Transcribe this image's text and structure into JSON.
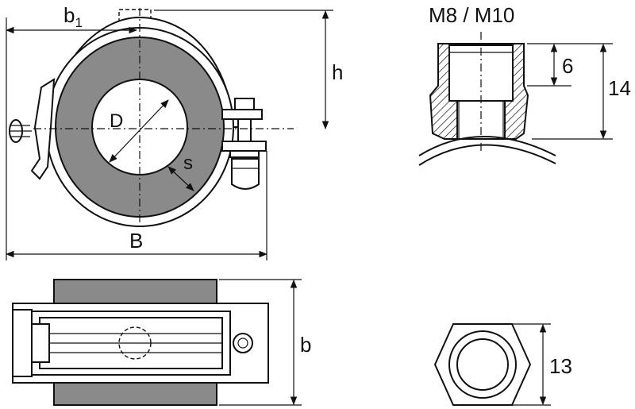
{
  "labels": {
    "b1_main": "b",
    "b1_sub": "1",
    "h": "h",
    "D": "D",
    "s": "s",
    "B": "B",
    "b": "b",
    "thread": "M8 / M10",
    "dim_6": "6",
    "dim_14": "14",
    "dim_13": "13"
  },
  "colors": {
    "rubber": "#8a8a8a",
    "line": "#111111",
    "background": "#ffffff"
  }
}
